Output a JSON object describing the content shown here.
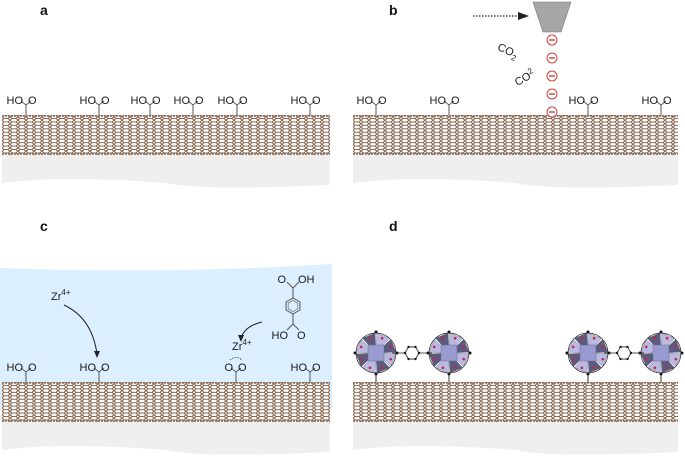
{
  "figure": {
    "panels": [
      {
        "label": "a",
        "description": "Carbon nanotube with carboxylic acid groups",
        "groups": [
          "COOH",
          "COOH",
          "COOH",
          "COOH",
          "COOH",
          "COOH"
        ],
        "solution": false
      },
      {
        "label": "b",
        "description": "Electron beam removes COOH groups releasing CO2",
        "groups": [
          "COOH",
          "COOH",
          "COOH",
          "COOH"
        ],
        "electron_count": 5,
        "electron_symbol": "−",
        "released_species": [
          "CO2",
          "CO2"
        ],
        "solution": false
      },
      {
        "label": "c",
        "description": "Zr4+ and terephthalic acid in solution bind to surface",
        "groups": [
          "COOH",
          "COOH",
          "COO-Zr",
          "COOH"
        ],
        "ions": [
          "Zr4+",
          "Zr4+"
        ],
        "linker": "terephthalic acid",
        "solution": true
      },
      {
        "label": "d",
        "description": "MOF clusters grown on nanotube",
        "clusters": 4,
        "linkers": 2,
        "solution": false
      }
    ],
    "text": {
      "hooh_HO": "HO",
      "hooh_O": "O",
      "co2_C": "CO",
      "co2_sub": "2",
      "zr": "Zr",
      "zr_charge": "4+",
      "linker_OH": "OH",
      "linker_HO": "HO",
      "linker_O": "O"
    },
    "colors": {
      "nanotube": "#8a6a55",
      "substrate": "#efefef",
      "solution": "#dcefff",
      "electron": "#d04040",
      "nozzle": "#a6a6a6",
      "cluster_light": "#b9b9e6",
      "cluster_dark": "#5b5b82",
      "oxygen": "#d0203a"
    }
  }
}
